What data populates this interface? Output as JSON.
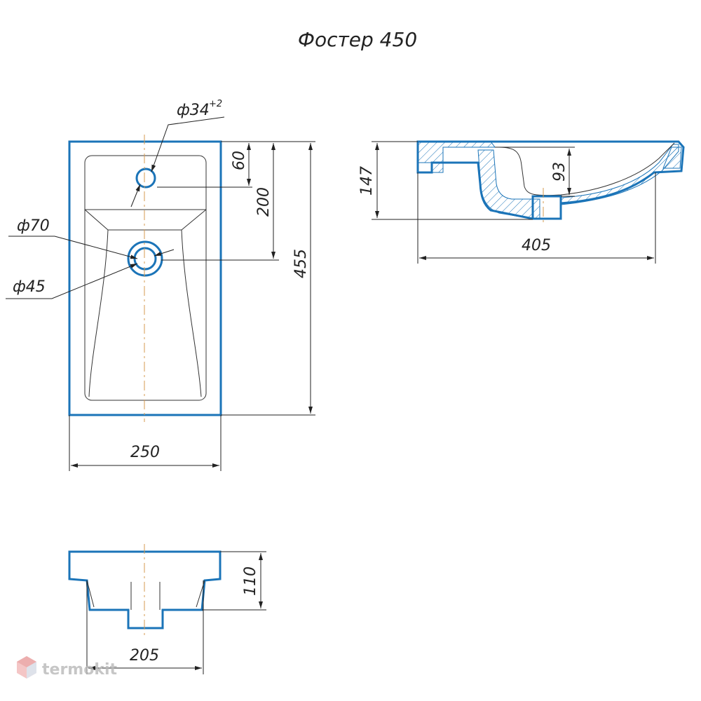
{
  "title": "Фостер 450",
  "dimensions": {
    "hole_tap": "ф34",
    "hole_tap_tol": "+2",
    "d_60": "60",
    "d_200": "200",
    "d_455": "455",
    "d_250": "250",
    "d_70": "ф70",
    "d_45": "ф45",
    "d_147": "147",
    "d_93": "93",
    "d_405": "405",
    "d_110": "110",
    "d_205": "205"
  },
  "watermark": {
    "text": "termokit"
  },
  "colors": {
    "outline": "#1b74b8",
    "axis": "#d59b52",
    "line": "#222222"
  }
}
